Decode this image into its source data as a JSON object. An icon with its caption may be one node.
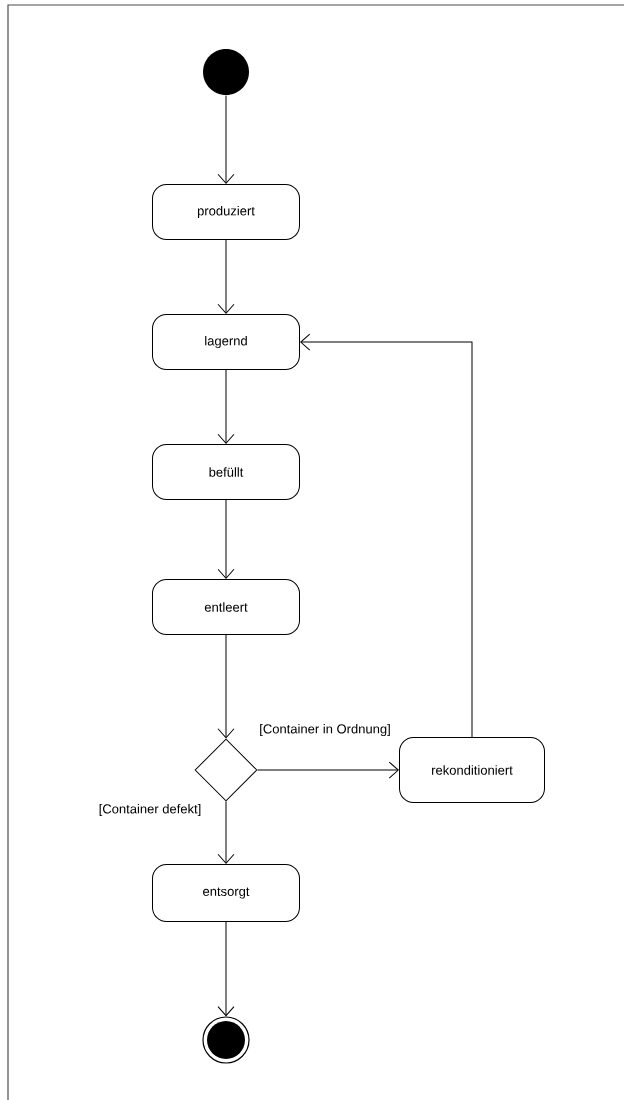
{
  "diagram": {
    "nodes": [
      {
        "text": [],
        "shape": "circle"
      },
      {
        "text": [
          "produziert"
        ]
      },
      {
        "text": [
          "lagernd"
        ]
      },
      {
        "text": [
          "befüllt"
        ]
      },
      {
        "text": [
          "entleert"
        ]
      },
      {
        "text": [],
        "shape": "diamond"
      },
      {
        "text": [
          "rekonditioniert"
        ]
      },
      {
        "text": [
          "entsorgt"
        ]
      },
      {
        "text": [],
        "shape": "circle"
      }
    ],
    "edges": [
      {
        "from": 0,
        "to": 1,
        "arrow": "to"
      },
      {
        "from": 1,
        "to": 2,
        "arrow": "to"
      },
      {
        "from": 2,
        "to": 3,
        "arrow": "to"
      },
      {
        "from": 3,
        "to": 4,
        "arrow": "to"
      },
      {
        "from": 4,
        "to": 5,
        "arrow": "to"
      },
      {
        "from": 5,
        "to": 6,
        "arrow": "to",
        "label": "[Container in Ordnung]"
      },
      {
        "from": 5,
        "to": 7,
        "arrow": "to",
        "label": "[Container defekt]"
      },
      {
        "from": 6,
        "to": 2,
        "arrow": "to"
      },
      {
        "from": 7,
        "to": 8,
        "arrow": "to"
      }
    ]
  }
}
